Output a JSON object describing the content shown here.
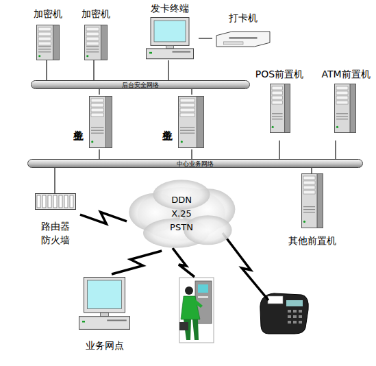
{
  "diagram": {
    "nodes": [
      {
        "text": [
          "加密机"
        ]
      },
      {
        "text": [
          "加密机"
        ]
      },
      {
        "text": [
          "发卡终端"
        ]
      },
      {
        "text": [
          "打卡机"
        ]
      },
      {
        "text": [
          "后台安全网络"
        ]
      },
      {
        "text": [
          "业务主机"
        ]
      },
      {
        "text": [
          "业务主机"
        ]
      },
      {
        "text": [
          "POS前置机"
        ]
      },
      {
        "text": [
          "ATM前置机"
        ]
      },
      {
        "text": [
          "中心业务网络"
        ]
      },
      {
        "text": [
          "路由器 防火墙"
        ]
      },
      {
        "text": [
          "其他前置机"
        ]
      },
      {
        "text": [
          "DDN X.25 PSTN"
        ]
      },
      {
        "text": [
          "业务网点"
        ]
      }
    ],
    "edges": [
      {
        "from": 0,
        "to": 4,
        "arrow": "none"
      },
      {
        "from": 1,
        "to": 4,
        "arrow": "none"
      },
      {
        "from": 2,
        "to": 4,
        "arrow": "none"
      },
      {
        "from": 2,
        "to": 3,
        "arrow": "none"
      },
      {
        "from": 4,
        "to": 5,
        "arrow": "none"
      },
      {
        "from": 4,
        "to": 6,
        "arrow": "none"
      },
      {
        "from": 5,
        "to": 9,
        "arrow": "none"
      },
      {
        "from": 6,
        "to": 9,
        "arrow": "none"
      },
      {
        "from": 7,
        "to": 9,
        "arrow": "none"
      },
      {
        "from": 8,
        "to": 9,
        "arrow": "none"
      },
      {
        "from": 9,
        "to": 10,
        "arrow": "none"
      },
      {
        "from": 9,
        "to": 11,
        "arrow": "none"
      },
      {
        "from": 10,
        "to": 12,
        "arrow": "none"
      },
      {
        "from": 12,
        "to": 13,
        "arrow": "none"
      }
    ]
  }
}
